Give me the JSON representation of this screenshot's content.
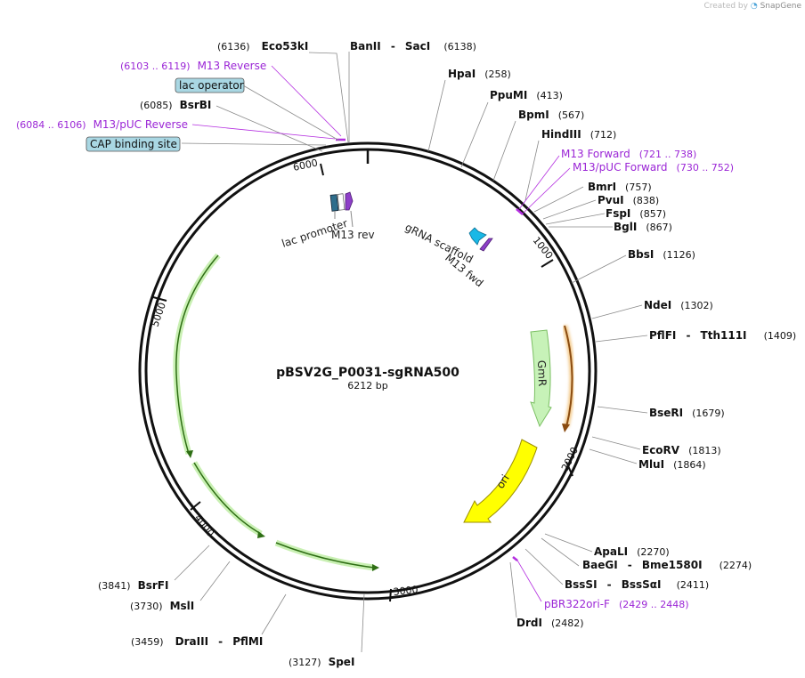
{
  "credit": {
    "prefix": "Created by",
    "brand": "SnapGene",
    "icon": "snapgene-logo-icon"
  },
  "map": {
    "name": "pBSV2G_P0031-sgRNA500",
    "length_label": "6212 bp",
    "total_bp": 6212
  },
  "ticks": [
    {
      "label": "1000",
      "bp": 1000
    },
    {
      "label": "2000",
      "bp": 2000
    },
    {
      "label": "3000",
      "bp": 3000
    },
    {
      "label": "4000",
      "bp": 4000
    },
    {
      "label": "5000",
      "bp": 5000
    },
    {
      "label": "6000",
      "bp": 6000
    }
  ],
  "enzymes": [
    {
      "name": "Eco53kI",
      "pos": "(6136)",
      "side": "left",
      "bp": 6136
    },
    {
      "name": "BanII",
      "name2": "SacI",
      "pos": "(6138)",
      "side": "right",
      "bp": 6138
    },
    {
      "name": "HpaI",
      "pos": "(258)",
      "side": "right",
      "bp": 258
    },
    {
      "name": "PpuMI",
      "pos": "(413)",
      "side": "right",
      "bp": 413
    },
    {
      "name": "BpmI",
      "pos": "(567)",
      "side": "right",
      "bp": 567
    },
    {
      "name": "HindIII",
      "pos": "(712)",
      "side": "right",
      "bp": 712
    },
    {
      "name": "BmrI",
      "pos": "(757)",
      "side": "right",
      "bp": 757
    },
    {
      "name": "PvuI",
      "pos": "(838)",
      "side": "right",
      "bp": 838
    },
    {
      "name": "FspI",
      "pos": "(857)",
      "side": "right",
      "bp": 857
    },
    {
      "name": "BglI",
      "pos": "(867)",
      "side": "right",
      "bp": 867
    },
    {
      "name": "BbsI",
      "pos": "(1126)",
      "side": "right",
      "bp": 1126
    },
    {
      "name": "NdeI",
      "pos": "(1302)",
      "side": "right",
      "bp": 1302
    },
    {
      "name": "PflFI",
      "name2": "Tth111I",
      "pos": "(1409)",
      "side": "right",
      "bp": 1409
    },
    {
      "name": "BseRI",
      "pos": "(1679)",
      "side": "right",
      "bp": 1679
    },
    {
      "name": "EcoRV",
      "pos": "(1813)",
      "side": "right",
      "bp": 1813
    },
    {
      "name": "MluI",
      "pos": "(1864)",
      "side": "right",
      "bp": 1864
    },
    {
      "name": "ApaLI",
      "pos": "(2270)",
      "side": "right",
      "bp": 2270
    },
    {
      "name": "BaeGI",
      "name2": "Bme1580I",
      "pos": "(2274)",
      "side": "right",
      "bp": 2274
    },
    {
      "name": "BssSI",
      "name2": "BssSαI",
      "pos": "(2411)",
      "side": "right",
      "bp": 2411
    },
    {
      "name": "DrdI",
      "pos": "(2482)",
      "side": "right",
      "bp": 2482
    },
    {
      "name": "SpeI",
      "pos": "(3127)",
      "side": "right",
      "bp": 3127
    },
    {
      "name": "DraIII",
      "name2": "PflMI",
      "pos": "(3459)",
      "side": "left",
      "bp": 3459
    },
    {
      "name": "MslI",
      "pos": "(3730)",
      "side": "left",
      "bp": 3730
    },
    {
      "name": "BsrFI",
      "pos": "(3841)",
      "side": "left",
      "bp": 3841
    },
    {
      "name": "BsrBI",
      "pos": "(6085)",
      "side": "left",
      "bp": 6085
    }
  ],
  "primers": [
    {
      "name": "M13 Reverse",
      "pos": "(6103 .. 6119)",
      "side": "left",
      "bp": 6111
    },
    {
      "name": "M13/pUC Reverse",
      "pos": "(6084 .. 6106)",
      "side": "left",
      "bp": 6095
    },
    {
      "name": "M13 Forward",
      "pos": "(721 .. 738)",
      "side": "right",
      "bp": 730
    },
    {
      "name": "M13/pUC Forward",
      "pos": "(730 .. 752)",
      "side": "right",
      "bp": 741
    },
    {
      "name": "pBR322ori-F",
      "pos": "(2429 .. 2448)",
      "side": "right",
      "bp": 2439
    }
  ],
  "boxed_labels": [
    {
      "name": "lac operator",
      "color": "#a9d7e3"
    },
    {
      "name": "CAP binding site",
      "color": "#a9d7e3"
    }
  ],
  "features": [
    {
      "name": "GmR",
      "color": "#c7f2b8",
      "stroke": "#7bbf63",
      "start": 1480,
      "end": 1970,
      "direction": "cw",
      "labeled": true
    },
    {
      "name": "ori",
      "color": "#ffff00",
      "stroke": "#b9a800",
      "start": 2060,
      "end": 2650,
      "direction": "cw",
      "labeled": true
    },
    {
      "name": "orange-orf",
      "color": "#e69b2e",
      "start": 1460,
      "end": 1990,
      "direction": "cw",
      "labeled": false
    },
    {
      "name": "green-orf",
      "color": "#5fbf36",
      "start": 2880,
      "end": 5260,
      "direction": "ccw",
      "labeled": false
    },
    {
      "name": "gRNA scaffold",
      "color": "#19b8e6",
      "labeled": true
    },
    {
      "name": "M13 fwd",
      "color": "#8e3fc8",
      "labeled": true
    },
    {
      "name": "lac promoter",
      "color": "#2f6e8c",
      "labeled": true
    },
    {
      "name": "M13 rev",
      "color": "#8e3fc8",
      "labeled": true
    }
  ]
}
